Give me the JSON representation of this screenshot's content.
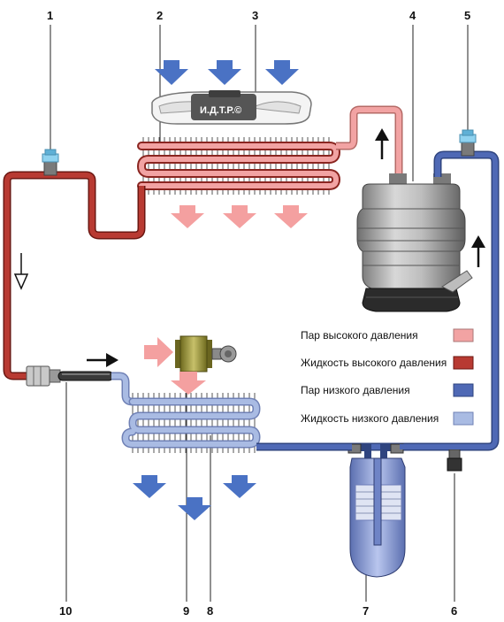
{
  "callouts": [
    "1",
    "2",
    "3",
    "4",
    "5",
    "6",
    "7",
    "8",
    "9",
    "10"
  ],
  "compressor_badge": "И.Д.Т.Р.©",
  "legend": [
    {
      "label": "Пар высокого давления",
      "color": "#f2a3a3"
    },
    {
      "label": "Жидкость высокого давления",
      "color": "#b83a32"
    },
    {
      "label": "Пар низкого давления",
      "color": "#4f69b5"
    },
    {
      "label": "Жидкость низкого давления",
      "color": "#a9bbe3"
    }
  ],
  "colors": {
    "high_vapor": "#f2a3a3",
    "high_liquid": "#b83a32",
    "low_vapor": "#4f69b5",
    "low_liquid": "#a9bbe3",
    "air_in": "#4a72c4",
    "air_out": "#f4a0a0"
  },
  "icons": [
    "service-valve-icon",
    "fan-icon",
    "compressor-icon",
    "receiver-dryer-icon",
    "solenoid-valve-icon",
    "flow-arrow-icon"
  ]
}
